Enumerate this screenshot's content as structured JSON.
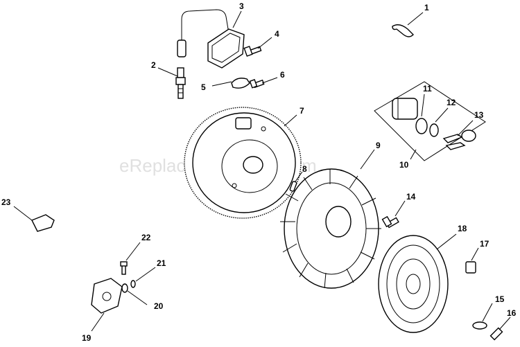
{
  "watermark": "eReplacementParts.com",
  "callouts": {
    "c1": "1",
    "c2": "2",
    "c3": "3",
    "c4": "4",
    "c5": "5",
    "c6": "6",
    "c7": "7",
    "c8": "8",
    "c9": "9",
    "c10": "10",
    "c11": "11",
    "c12": "12",
    "c13": "13",
    "c14": "14",
    "c15": "15",
    "c16": "16",
    "c17": "17",
    "c18": "18",
    "c19": "19",
    "c20": "20",
    "c21": "21",
    "c22": "22",
    "c23": "23"
  }
}
